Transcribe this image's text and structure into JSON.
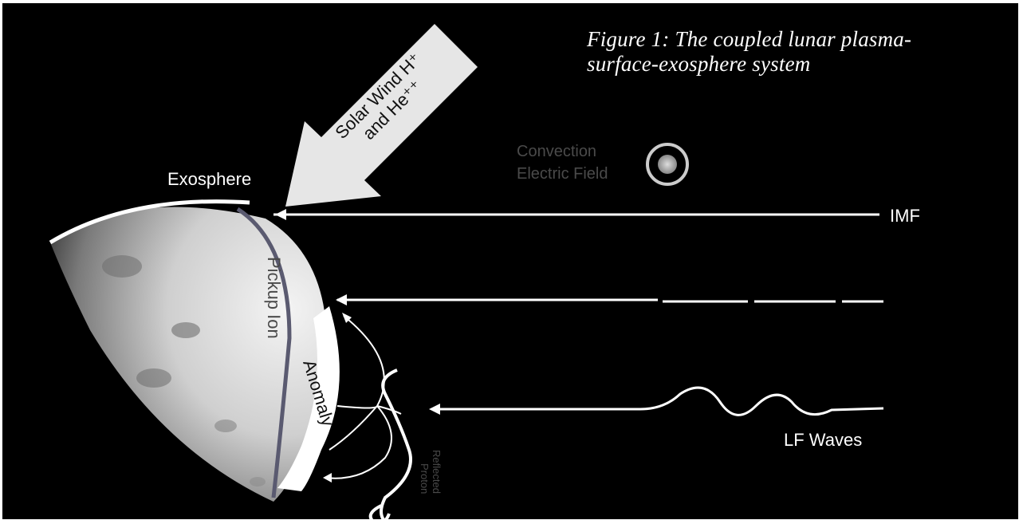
{
  "caption": {
    "line1": "Figure 1: The coupled lunar plasma-",
    "line2": "surface-exosphere system"
  },
  "labels": {
    "solar_wind_line1": "Solar Wind H⁺",
    "solar_wind_line2": "and He⁺⁺",
    "exosphere": "Exosphere",
    "convection_line1": "Convection",
    "convection_line2": "Electric Field",
    "imf": "IMF",
    "pickup_ion": "Pickup Ion",
    "anomaly": "Anomaly",
    "lf_waves": "LF Waves",
    "reflected_line1": "Reflected",
    "reflected_line2": "Proton"
  },
  "colors": {
    "background": "#000000",
    "foreground": "#ffffff",
    "faint_text": "#4a4a4a",
    "pickup_path": "#5a5a70"
  },
  "icons": {
    "convection_field": "field-out-of-page-icon",
    "solar_wind": "arrow-icon"
  }
}
